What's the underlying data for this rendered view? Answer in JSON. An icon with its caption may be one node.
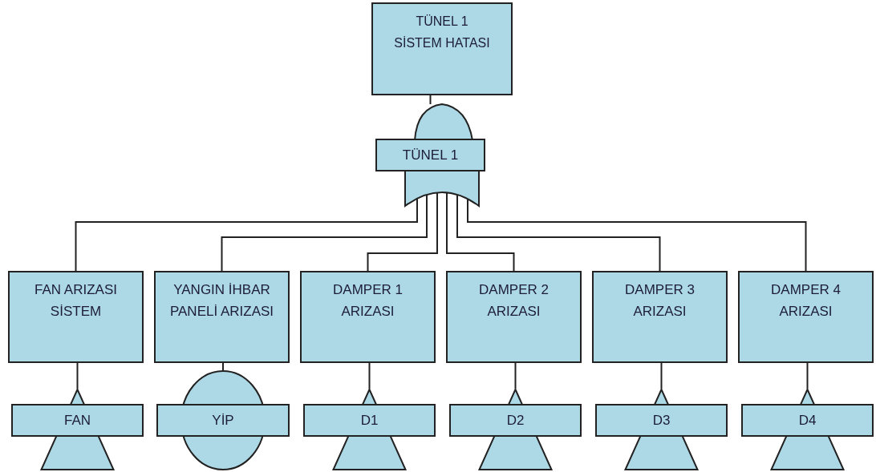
{
  "diagram": {
    "nodes": [
      {
        "text": [
          "TÜNEL 1 SİSTEM HATASI"
        ]
      },
      {
        "text": [
          "TÜNEL 1"
        ]
      },
      {
        "text": [
          "FAN ARIZASI SİSTEM"
        ]
      },
      {
        "text": [
          "YANGIN İHBAR PANELİ ARIZASI"
        ]
      },
      {
        "text": [
          "DAMPER 1 ARIZASI"
        ]
      },
      {
        "text": [
          "DAMPER 2 ARIZASI"
        ]
      },
      {
        "text": [
          "DAMPER 3 ARIZASI"
        ]
      },
      {
        "text": [
          "DAMPER 4 ARIZASI"
        ]
      },
      {
        "text": [
          "FAN"
        ]
      },
      {
        "text": [
          "YİP"
        ]
      },
      {
        "text": [
          "D1"
        ]
      },
      {
        "text": [
          "D2"
        ]
      },
      {
        "text": [
          "D3"
        ]
      },
      {
        "text": [
          "D4"
        ]
      }
    ],
    "edges": [
      {
        "from": 0,
        "to": 1,
        "arrow": "none"
      },
      {
        "from": 1,
        "to": 2,
        "arrow": "none"
      },
      {
        "from": 1,
        "to": 3,
        "arrow": "none"
      },
      {
        "from": 1,
        "to": 4,
        "arrow": "none"
      },
      {
        "from": 1,
        "to": 5,
        "arrow": "none"
      },
      {
        "from": 1,
        "to": 6,
        "arrow": "none"
      },
      {
        "from": 1,
        "to": 7,
        "arrow": "none"
      },
      {
        "from": 2,
        "to": 8,
        "arrow": "none"
      },
      {
        "from": 3,
        "to": 9,
        "arrow": "none"
      },
      {
        "from": 4,
        "to": 10,
        "arrow": "none"
      },
      {
        "from": 5,
        "to": 11,
        "arrow": "none"
      },
      {
        "from": 6,
        "to": 12,
        "arrow": "none"
      },
      {
        "from": 7,
        "to": 13,
        "arrow": "none"
      }
    ]
  }
}
